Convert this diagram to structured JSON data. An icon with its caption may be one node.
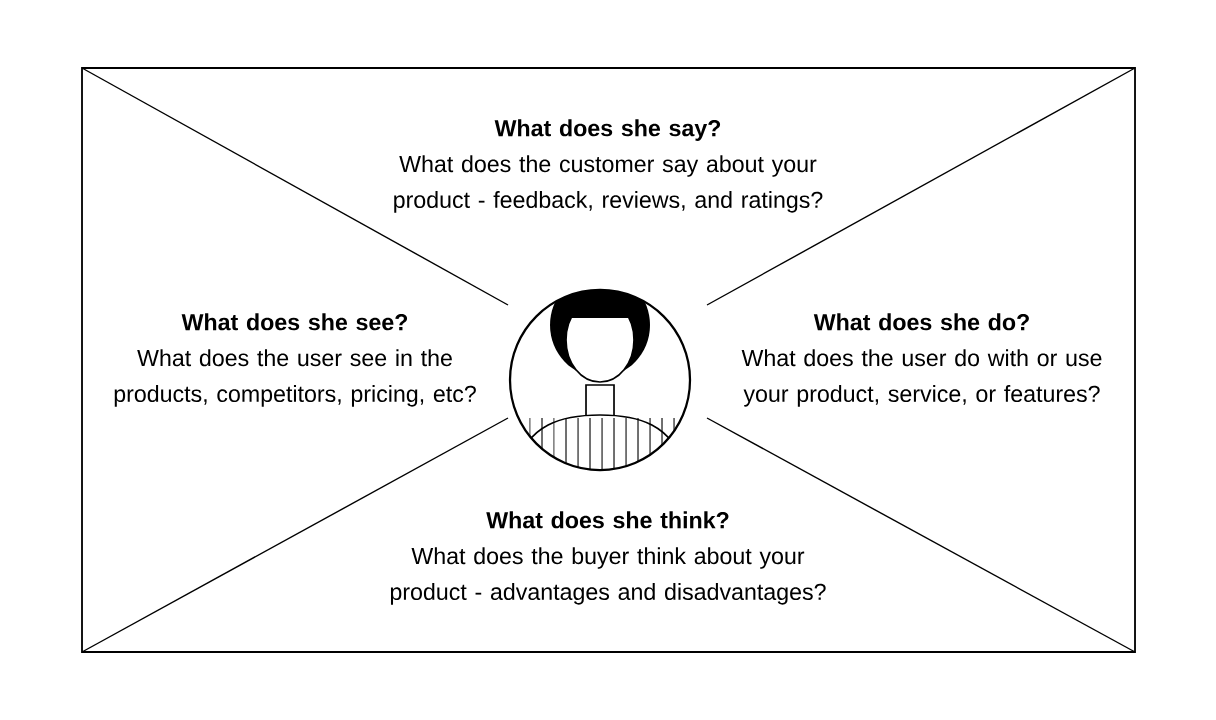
{
  "diagram": {
    "nodes": [
      {
        "text": [
          "What does she say?",
          "What does the customer say about your product - feedback, reviews, and ratings?"
        ]
      },
      {
        "text": [
          "What does she see?",
          "What does the user see in the products, competitors, pricing, etc?"
        ]
      },
      {
        "text": [
          "What does she do?",
          "What does the user do with or use your product, service, or features?"
        ]
      },
      {
        "text": [
          "What does she think?",
          "What does the buyer think about your product - advantages and disadvantages?"
        ]
      }
    ]
  }
}
